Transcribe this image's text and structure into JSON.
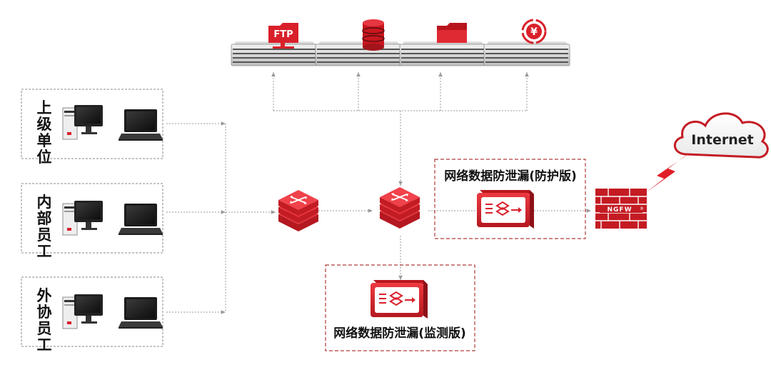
{
  "servers": [
    {
      "name": "ftp-server",
      "icon": "ftp-folder-icon",
      "icon_text": "FTP"
    },
    {
      "name": "database-server",
      "icon": "database-icon"
    },
    {
      "name": "file-server",
      "icon": "folder-icon"
    },
    {
      "name": "finance-server",
      "icon": "yuan-icon",
      "icon_text": "¥"
    }
  ],
  "groups": [
    {
      "label": "上级单位",
      "name": "superior-unit"
    },
    {
      "label": "内部员工",
      "name": "internal-staff"
    },
    {
      "label": "外协员工",
      "name": "external-staff"
    }
  ],
  "dlp_protect": {
    "label": "网络数据防泄漏(防护版)"
  },
  "dlp_monitor": {
    "label": "网络数据防泄漏(监测版)"
  },
  "firewall": {
    "label": "NGFW",
    "mark": "®"
  },
  "internet": {
    "label": "Internet"
  },
  "colors": {
    "accent": "#d9202a",
    "dark_red": "#a3141c",
    "line": "#9a9a9a",
    "dash": "#b03a3a"
  }
}
